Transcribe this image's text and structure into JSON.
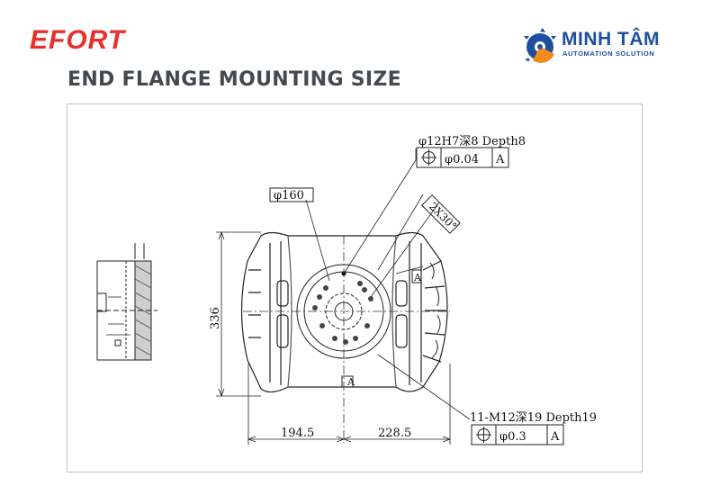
{
  "header": {
    "brand": "EFORT",
    "title": "END FLANGE MOUNTING SIZE"
  },
  "logo": {
    "name": "MINH TÂM",
    "tagline": "AUTOMATION SOLUTION"
  },
  "drawing": {
    "callouts": {
      "bore": "φ12H7深8 Depth8",
      "bore_tolerance": "φ0.04",
      "bore_datum": "A",
      "pcd": "φ160",
      "chamfer": "2X30°",
      "thread": "11-M12深19 Depth19",
      "thread_tolerance": "φ0.3",
      "thread_datum": "A",
      "datum_label_right": "A",
      "datum_label_bottom": "A"
    },
    "dimensions": {
      "height": "336",
      "left_width": "194.5",
      "right_width": "228.5"
    }
  },
  "colors": {
    "brand_red": "#e8312a",
    "logo_blue": "#1e4fa0",
    "logo_orange": "#f28b1e",
    "title_gray": "#444a50"
  }
}
